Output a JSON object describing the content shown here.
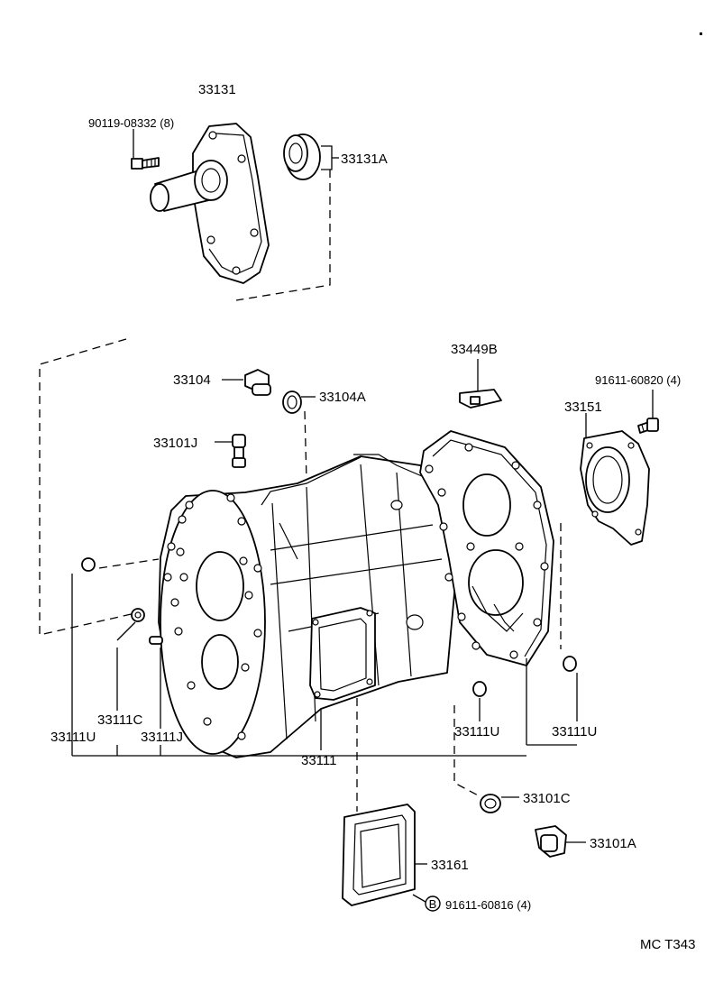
{
  "diagram": {
    "part_labels": {
      "p33131": "33131",
      "p90119": "90119-08332 (8)",
      "p33131A": "33131A",
      "p33449B": "33449B",
      "p91611_60820": "91611-60820 (4)",
      "p33104": "33104",
      "p33104A": "33104A",
      "p33151": "33151",
      "p33101J": "33101J",
      "p33111C": "33111C",
      "p33111U_left": "33111U",
      "p33111J": "33111J",
      "p33111U_mid": "33111U",
      "p33111U_right": "33111U",
      "p33111": "33111",
      "p33101C": "33101C",
      "p33101A": "33101A",
      "p33161": "33161",
      "p91611_60816": "91611-60816 (4)",
      "badge_B": "B"
    },
    "reference_code": "MC  T343"
  }
}
